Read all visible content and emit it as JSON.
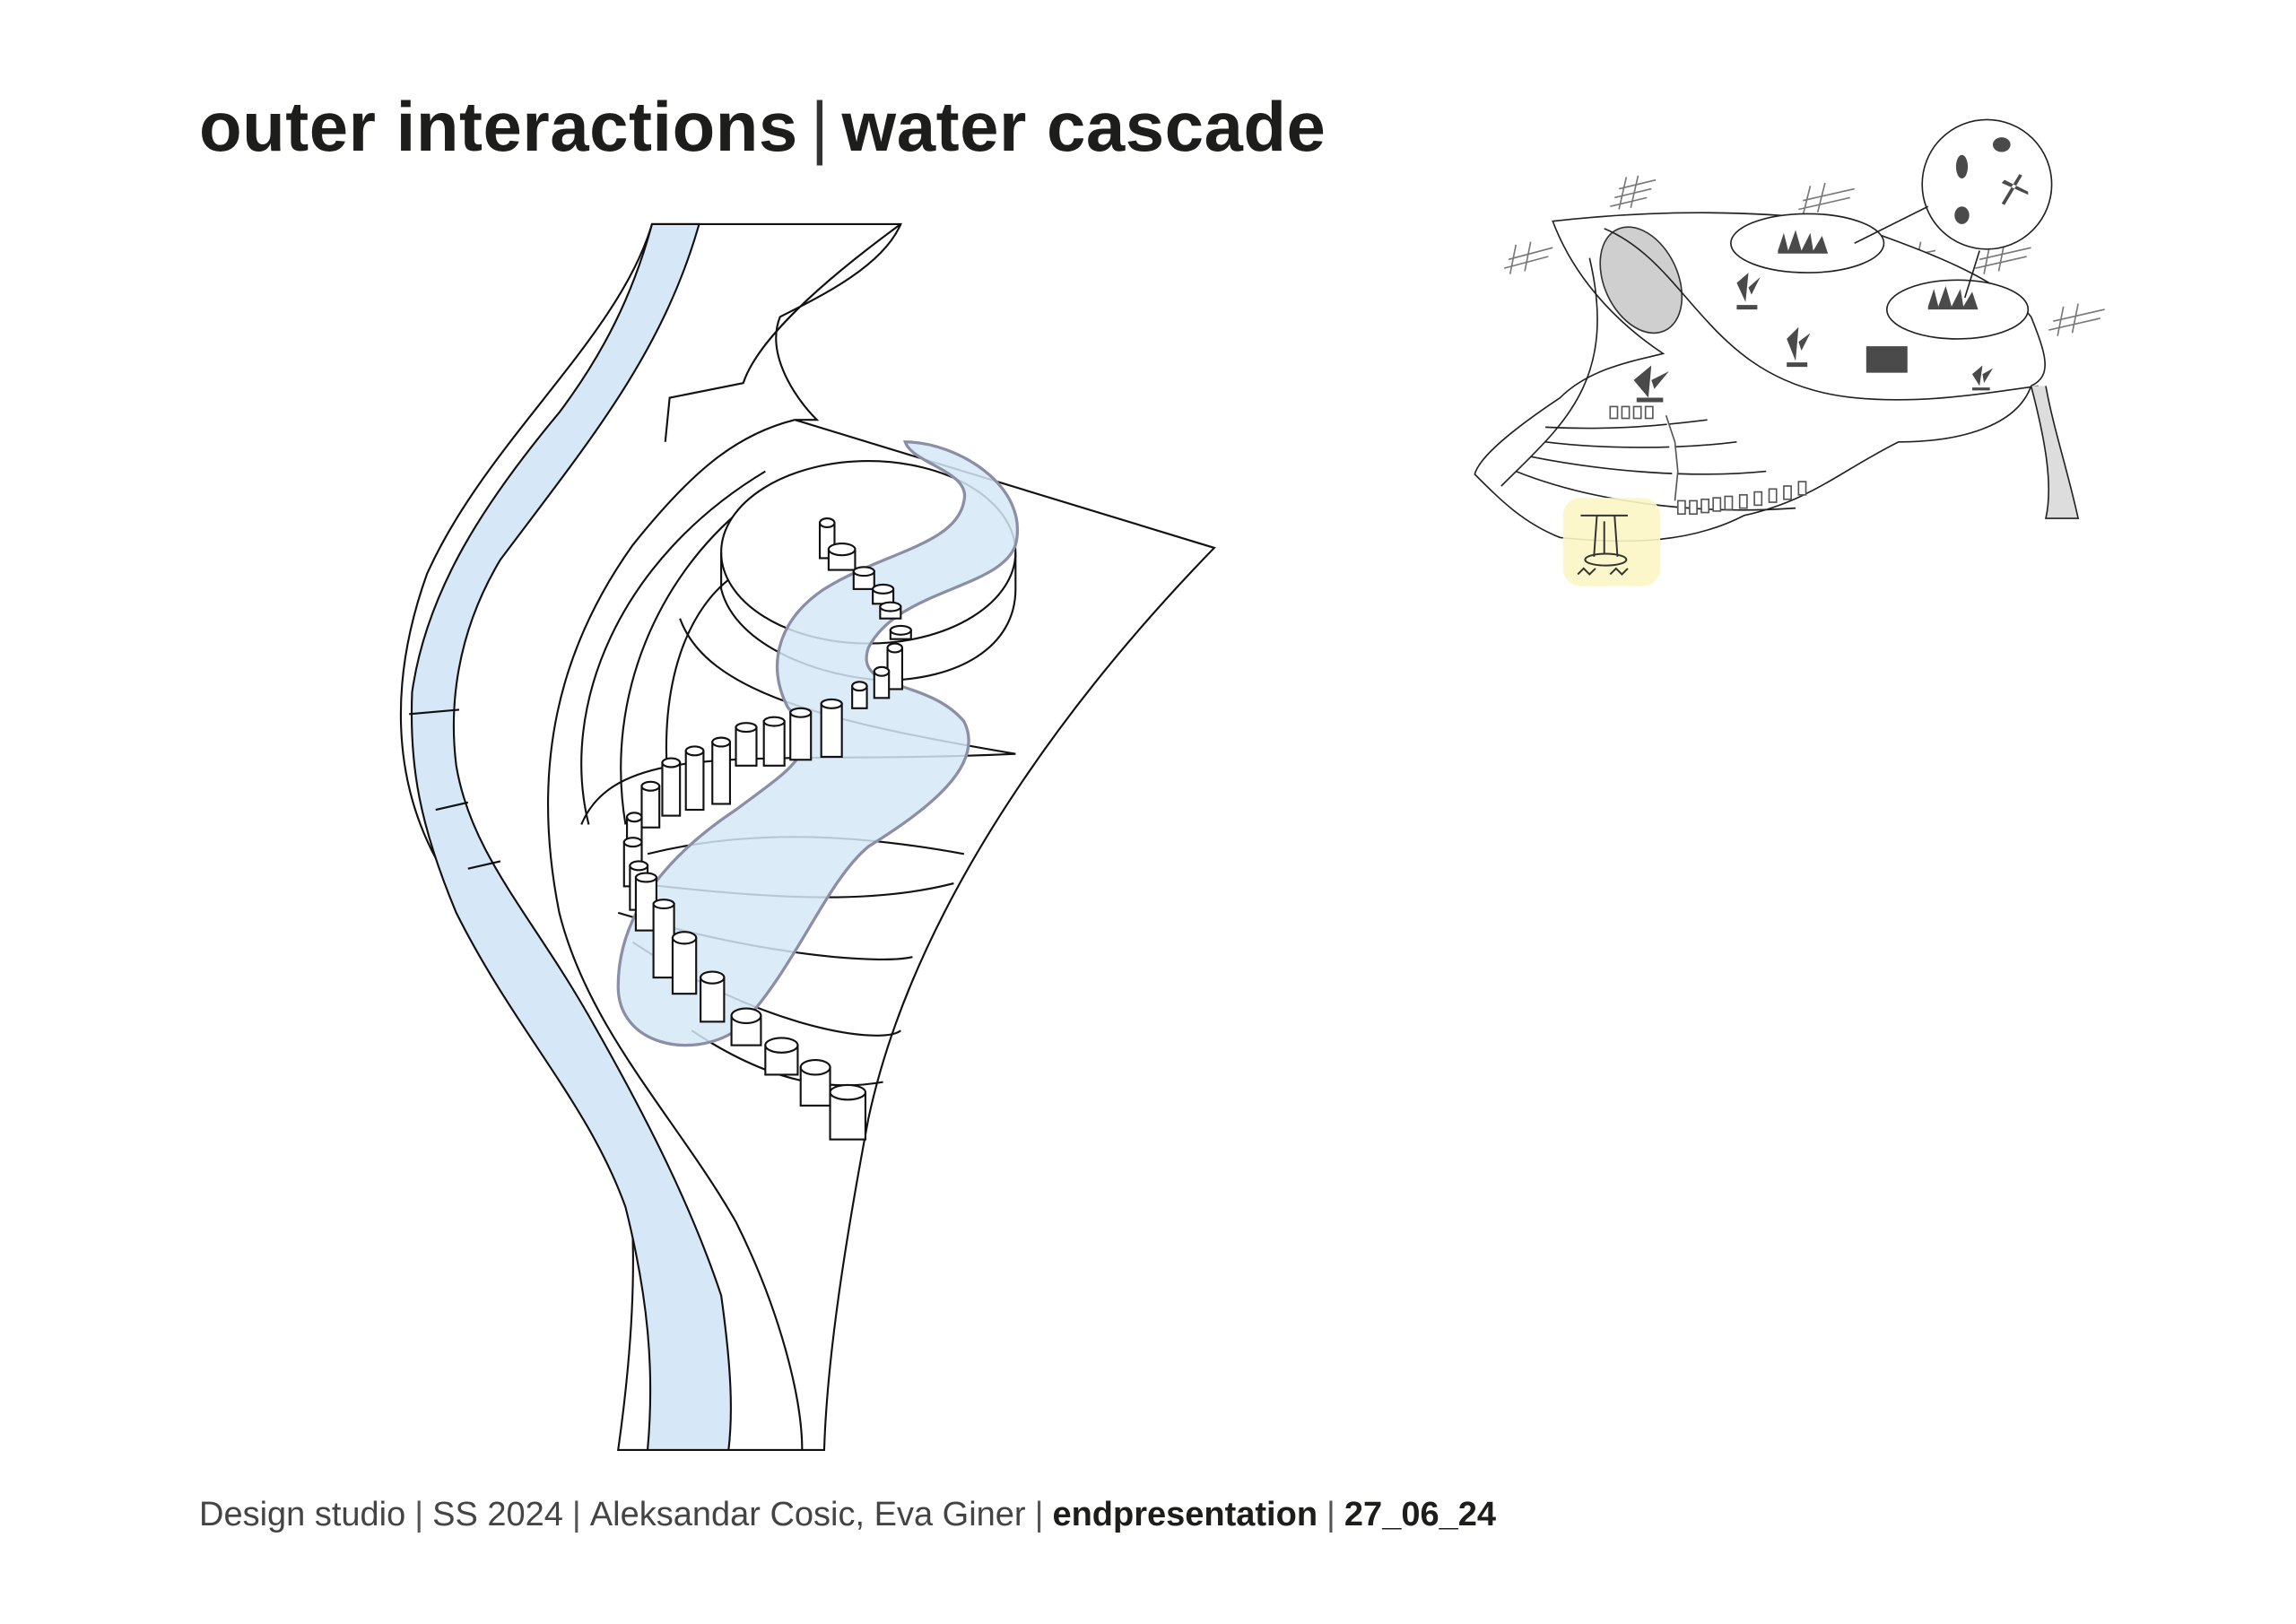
{
  "title": {
    "left": "outer interactions",
    "separator": "|",
    "right": "water cascade"
  },
  "footer": {
    "studio": "Design studio",
    "semester": "SS 2024",
    "authors": "Aleksandar Cosic, Eva Giner",
    "event": "endpresentation",
    "date": "27_06_24",
    "separator": "|"
  },
  "colors": {
    "water": "#d6e8f7",
    "water_outline": "#8a8fa6",
    "highlight": "#fbf6c4",
    "icon": "#4a4a4a"
  },
  "icons": [
    "grass-icon",
    "plant-icon",
    "insect-icon",
    "spider-icon",
    "dragonfly-icon",
    "bee-icon",
    "waterfall-icon",
    "hatch-grid-icon"
  ]
}
